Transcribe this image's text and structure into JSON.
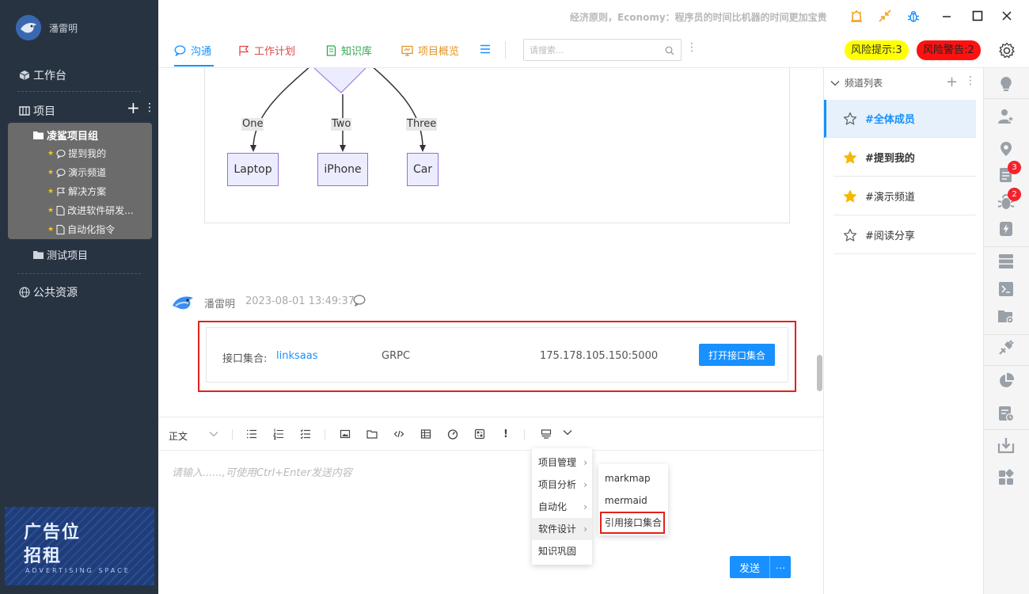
{
  "user": {
    "name": "潘雷明"
  },
  "sidebar": {
    "workbench": "工作台",
    "projects": "项目",
    "add": "+",
    "more": "⋮",
    "group": {
      "title": "凌鲨项目组",
      "items": [
        {
          "label": "提到我的",
          "icon": "chat-icon"
        },
        {
          "label": "演示频道",
          "icon": "chat-icon"
        },
        {
          "label": "解决方案",
          "icon": "flag-icon"
        },
        {
          "label": "改进软件研发...",
          "icon": "document-icon"
        },
        {
          "label": "自动化指令",
          "icon": "document-icon"
        }
      ]
    },
    "test_project": "测试项目",
    "public_resources": "公共资源",
    "ad": {
      "line1": "广告位",
      "line2": "招租",
      "line3": "ADVERTISING SPACE"
    }
  },
  "titlebar": {
    "slogan": "经济原则，Economy：程序员的时间比机器的时间更加宝贵"
  },
  "tabs": [
    {
      "label": "沟通",
      "color": "#1890ff",
      "icon": "chat-icon"
    },
    {
      "label": "工作计划",
      "color": "#e04848",
      "icon": "flag-icon"
    },
    {
      "label": "知识库",
      "color": "#2ea84a",
      "icon": "book-icon"
    },
    {
      "label": "项目概览",
      "color": "#e0962a",
      "icon": "monitor-icon"
    }
  ],
  "search": {
    "placeholder": "请搜索..."
  },
  "risk": {
    "tip": "风险提示:3",
    "warning": "风险警告:2"
  },
  "diagram": {
    "edges": [
      "One",
      "Two",
      "Three"
    ],
    "nodes": [
      "Laptop",
      "iPhone",
      "Car"
    ]
  },
  "message": {
    "sender": "潘雷明",
    "time": "2023-08-01 13:49:37",
    "api": {
      "label": "接口集合:",
      "name": "linksaas",
      "protocol": "GRPC",
      "address": "175.178.105.150:5000",
      "open_button": "打开接口集合"
    }
  },
  "editor": {
    "style": "正文",
    "placeholder": "请输入......,可使用Ctrl+Enter发送内容",
    "send": "发送",
    "send_more": "···"
  },
  "menu": {
    "level1": [
      "项目管理",
      "项目分析",
      "自动化",
      "软件设计",
      "知识巩固"
    ],
    "level2": [
      "markmap",
      "mermaid",
      "引用接口集合"
    ]
  },
  "channels": {
    "title": "频道列表",
    "items": [
      {
        "label": "#全体成员",
        "starred": false
      },
      {
        "label": "#提到我的",
        "starred": true
      },
      {
        "label": "#演示频道",
        "starred": true
      },
      {
        "label": "#阅读分享",
        "starred": false
      }
    ]
  },
  "rail": {
    "badges": [
      "3",
      "2"
    ]
  },
  "colors": {
    "accent": "#1890ff",
    "sidebar": "#283342",
    "highlight": "#e0221c"
  }
}
